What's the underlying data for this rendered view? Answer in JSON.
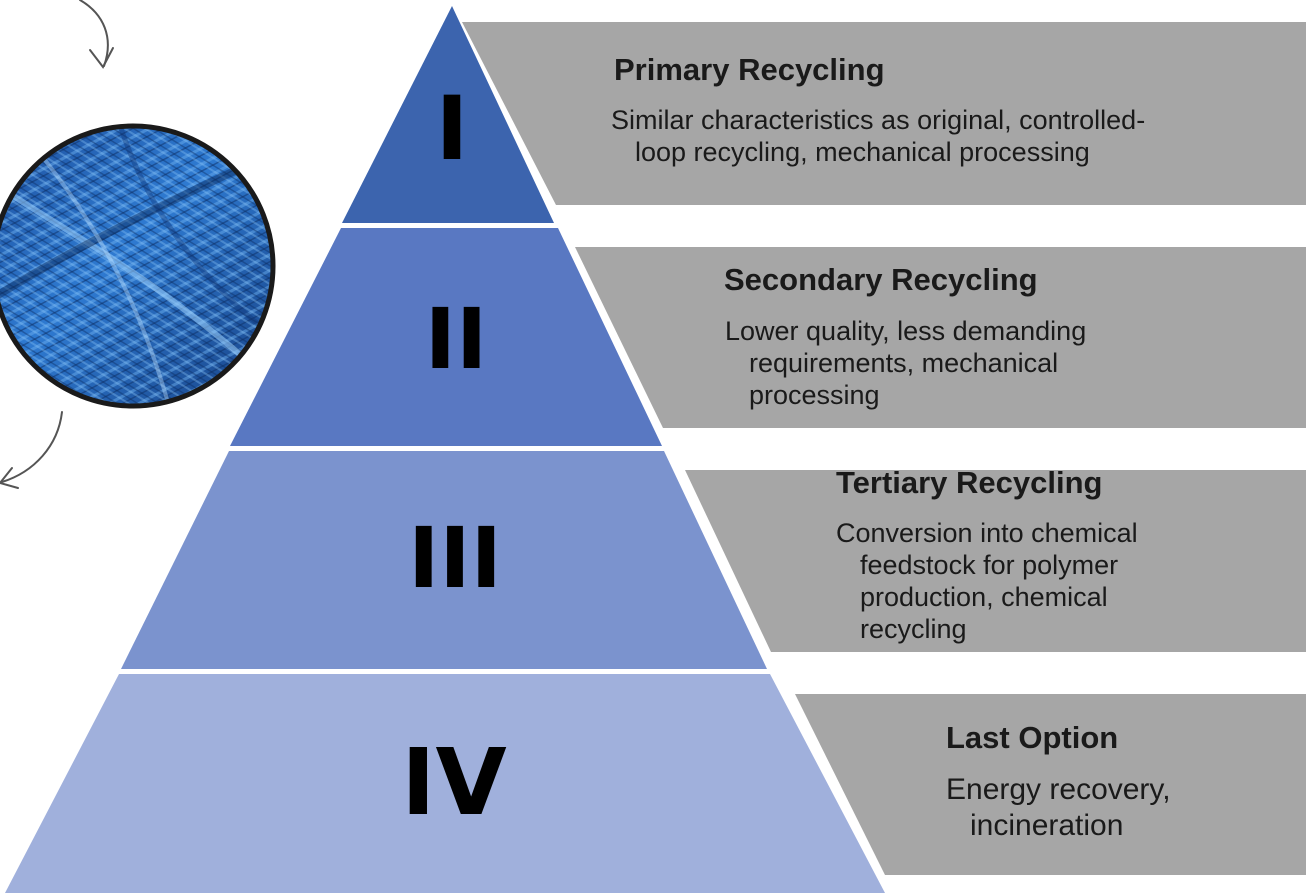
{
  "colors": {
    "tier_1": "#3c64ae",
    "tier_2": "#5978c2",
    "tier_3": "#7b93ce",
    "tier_4": "#a0b0dc",
    "band": "#a6a6a6",
    "text": "#1a1a1a",
    "numeral": "#000000"
  },
  "decor": {
    "image": "blue-fiber-spool-photo",
    "arrows": [
      "curved-arrow-down-icon",
      "curved-arrow-down-left-icon"
    ]
  },
  "tiers": [
    {
      "numeral": "I",
      "title": "Primary Recycling",
      "description": [
        "Similar characteristics as original, controlled-",
        "loop recycling, mechanical processing"
      ]
    },
    {
      "numeral": "II",
      "title": "Secondary Recycling",
      "description": [
        "Lower quality, less demanding",
        "requirements, mechanical",
        "processing"
      ]
    },
    {
      "numeral": "III",
      "title": "Tertiary Recycling",
      "description": [
        "Conversion into chemical",
        "feedstock for polymer",
        "production, chemical",
        "recycling"
      ]
    },
    {
      "numeral": "IV",
      "title": "Last Option",
      "description": [
        "Energy recovery,",
        "incineration"
      ]
    }
  ]
}
